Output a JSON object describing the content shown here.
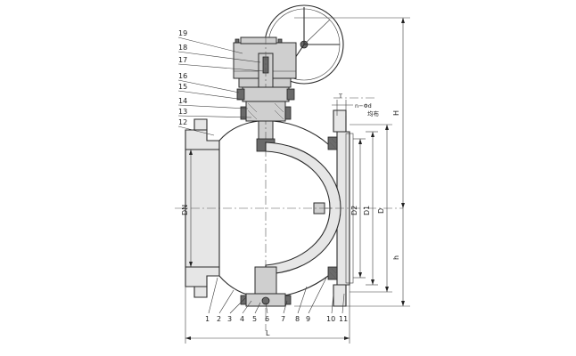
{
  "part_numbers_left": [
    "19",
    "18",
    "17",
    "16",
    "15",
    "14",
    "13",
    "12"
  ],
  "part_numbers_bottom": [
    "1",
    "2",
    "3",
    "4",
    "5",
    "6",
    "7",
    "8",
    "9",
    "10",
    "11"
  ],
  "dimensions": {
    "length": "L",
    "height_upper": "H",
    "height_lower": "h",
    "nominal_diameter": "DN",
    "flange_diameter": "D",
    "bolt_circle": "D1",
    "raised_face": "D2",
    "flange_thickness": "T",
    "bolt_holes": "n−Φd"
  },
  "flange_note": "均布"
}
